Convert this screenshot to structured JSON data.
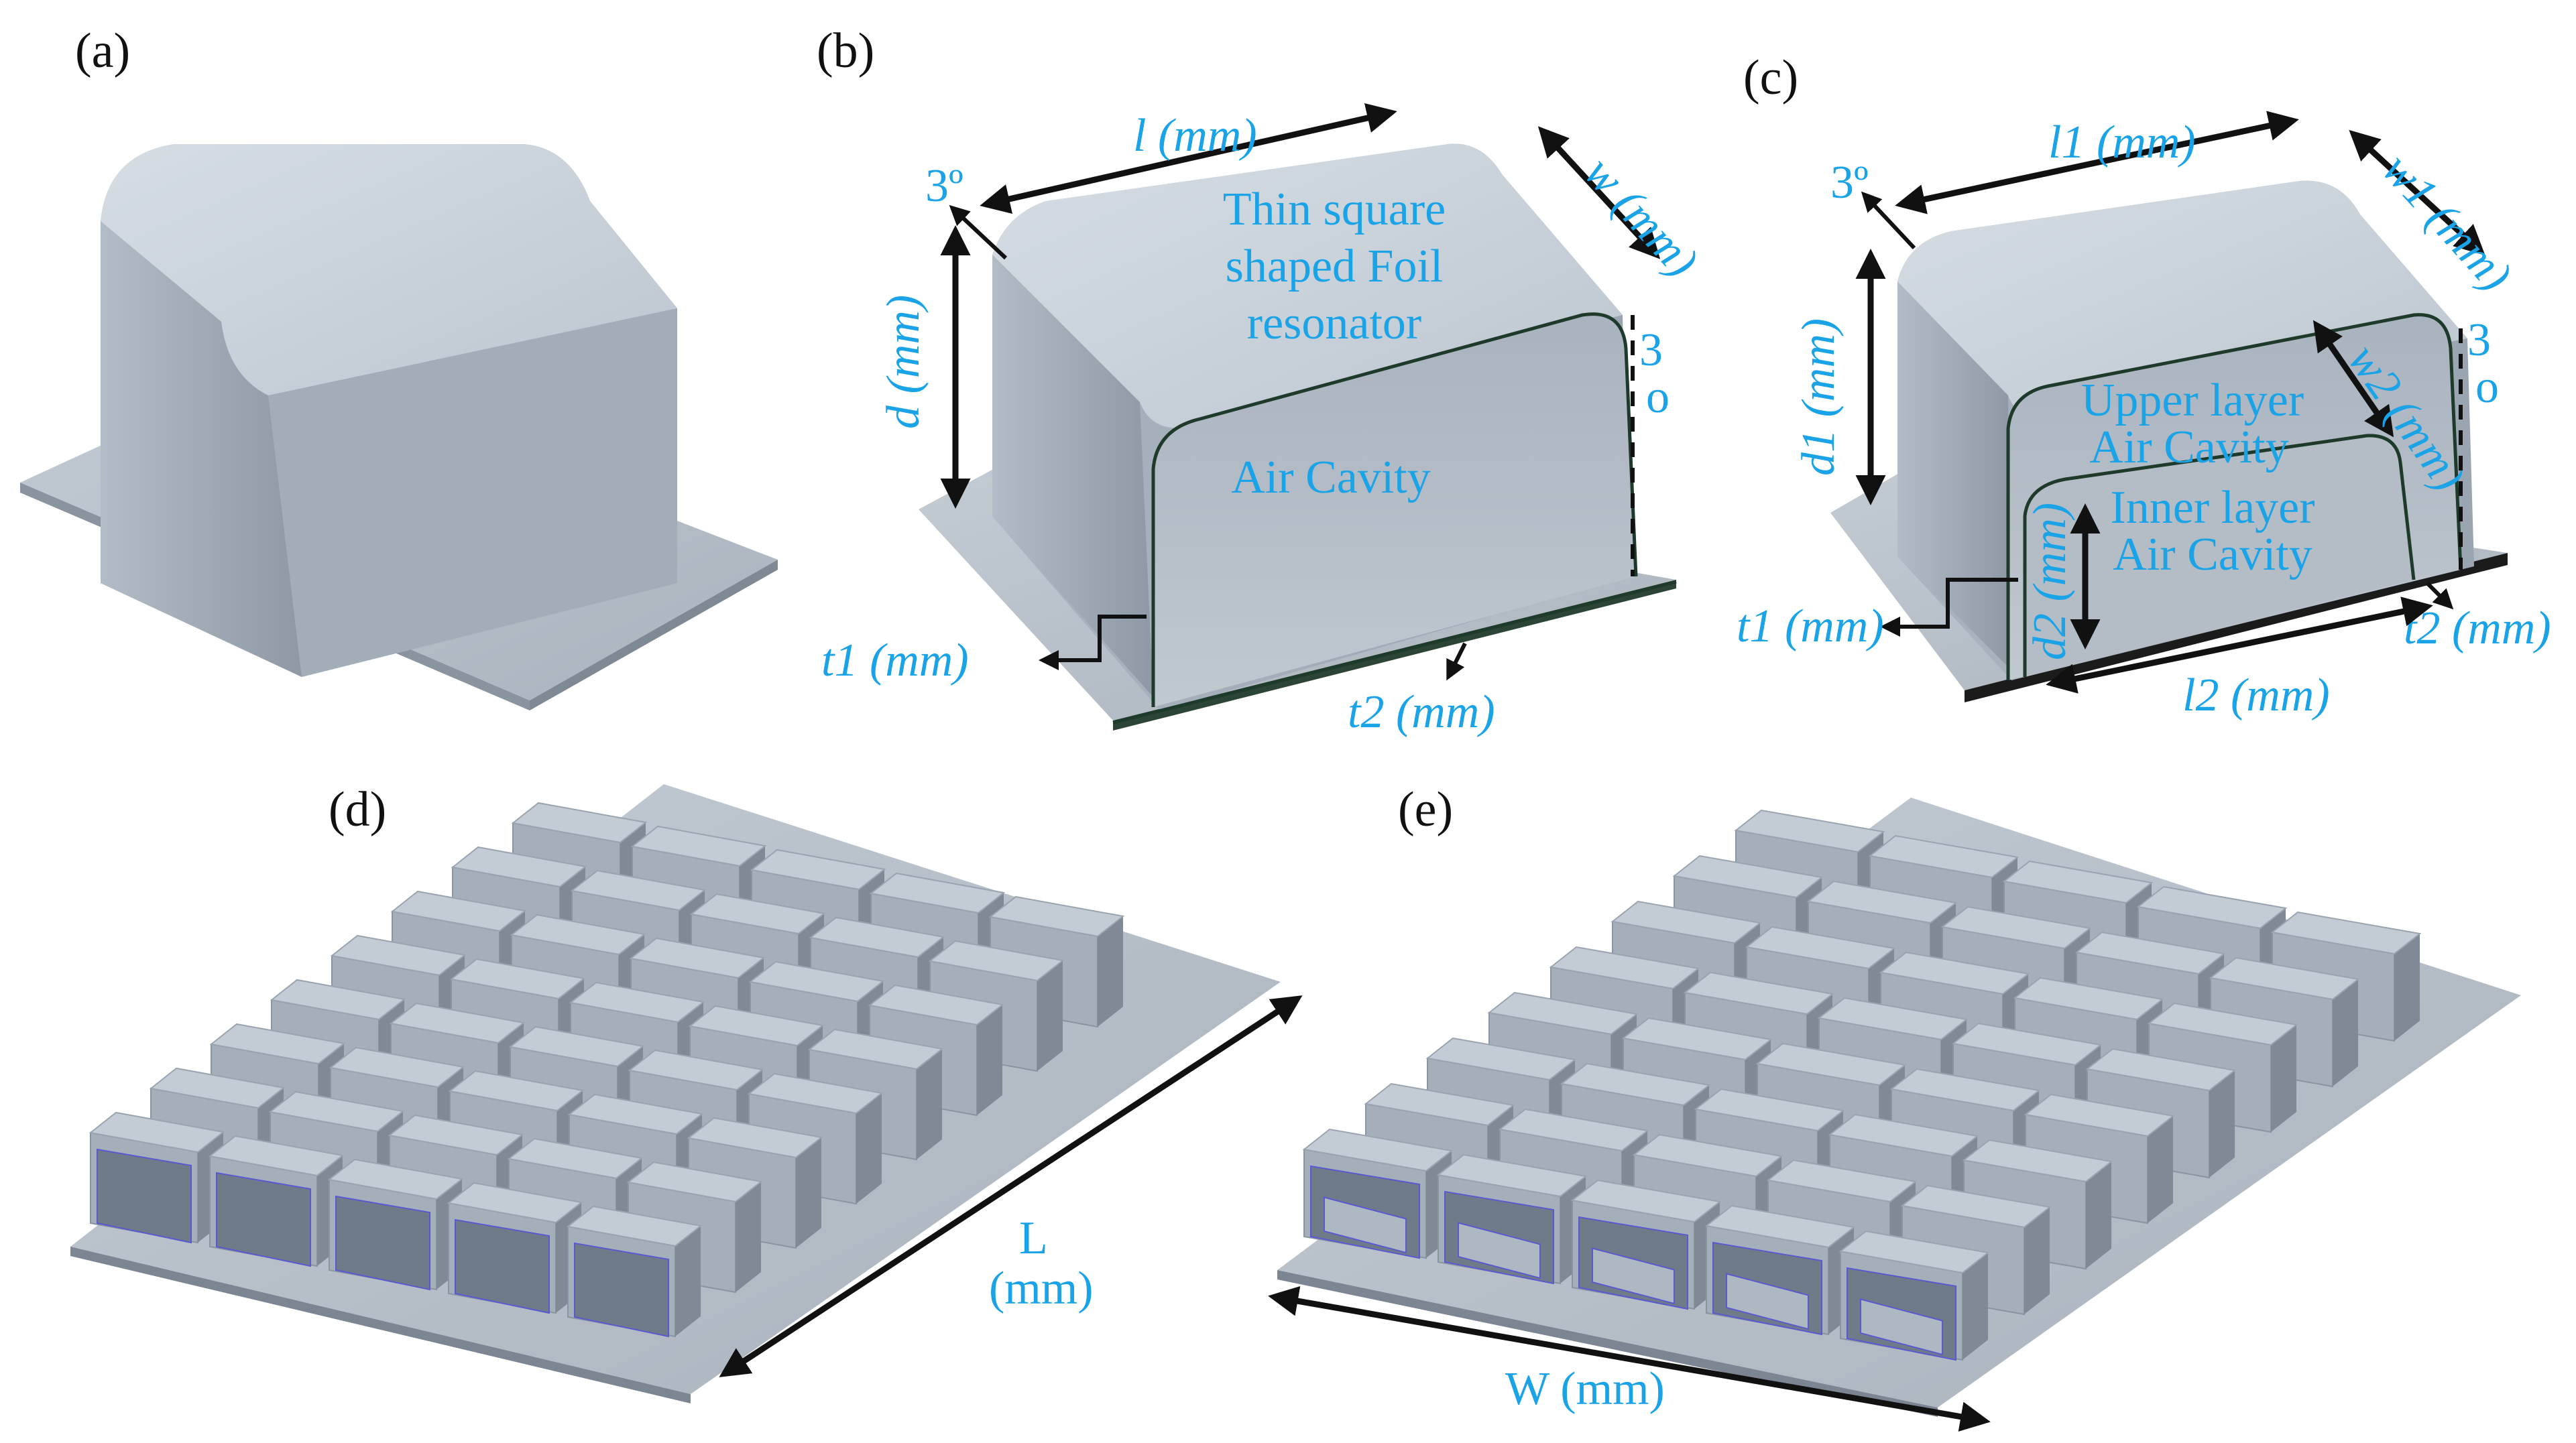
{
  "panels": {
    "a": {
      "label": "(a)"
    },
    "b": {
      "label": "(b)",
      "angle": "3º",
      "length": "l (mm)",
      "width": "w (mm)",
      "depth": "d (mm)",
      "t1": "t1 (mm)",
      "t2": "t2 (mm)",
      "angle_right_top": "3",
      "angle_right_bottom": "o",
      "foil_line1": "Thin square",
      "foil_line2": "shaped Foil",
      "foil_line3": "resonator",
      "cavity": "Air Cavity"
    },
    "c": {
      "label": "(c)",
      "angle": "3º",
      "l1": "l1 (mm)",
      "w1": "w1 (mm)",
      "w2": "w2 (mm)",
      "d1": "d1 (mm)",
      "d2": "d2 (mm)",
      "t1": "t1 (mm)",
      "t2": "t2 (mm)",
      "l2": "l2 (mm)",
      "angle_right_top": "3",
      "angle_right_bottom": "o",
      "upper_line1": "Upper layer",
      "upper_line2": "Air Cavity",
      "inner_line1": "Inner layer",
      "inner_line2": "Air Cavity"
    },
    "d": {
      "label": "(d)",
      "dim_line1": "L",
      "dim_line2": "(mm)"
    },
    "e": {
      "label": "(e)",
      "dim": "W (mm)"
    }
  },
  "colors": {
    "annotation": "#1aa3e6",
    "solid_top": "#c5ced7",
    "solid_front": "#a7b1bc",
    "solid_side": "#8d97a3",
    "base_plate": "#b7c0c9"
  }
}
